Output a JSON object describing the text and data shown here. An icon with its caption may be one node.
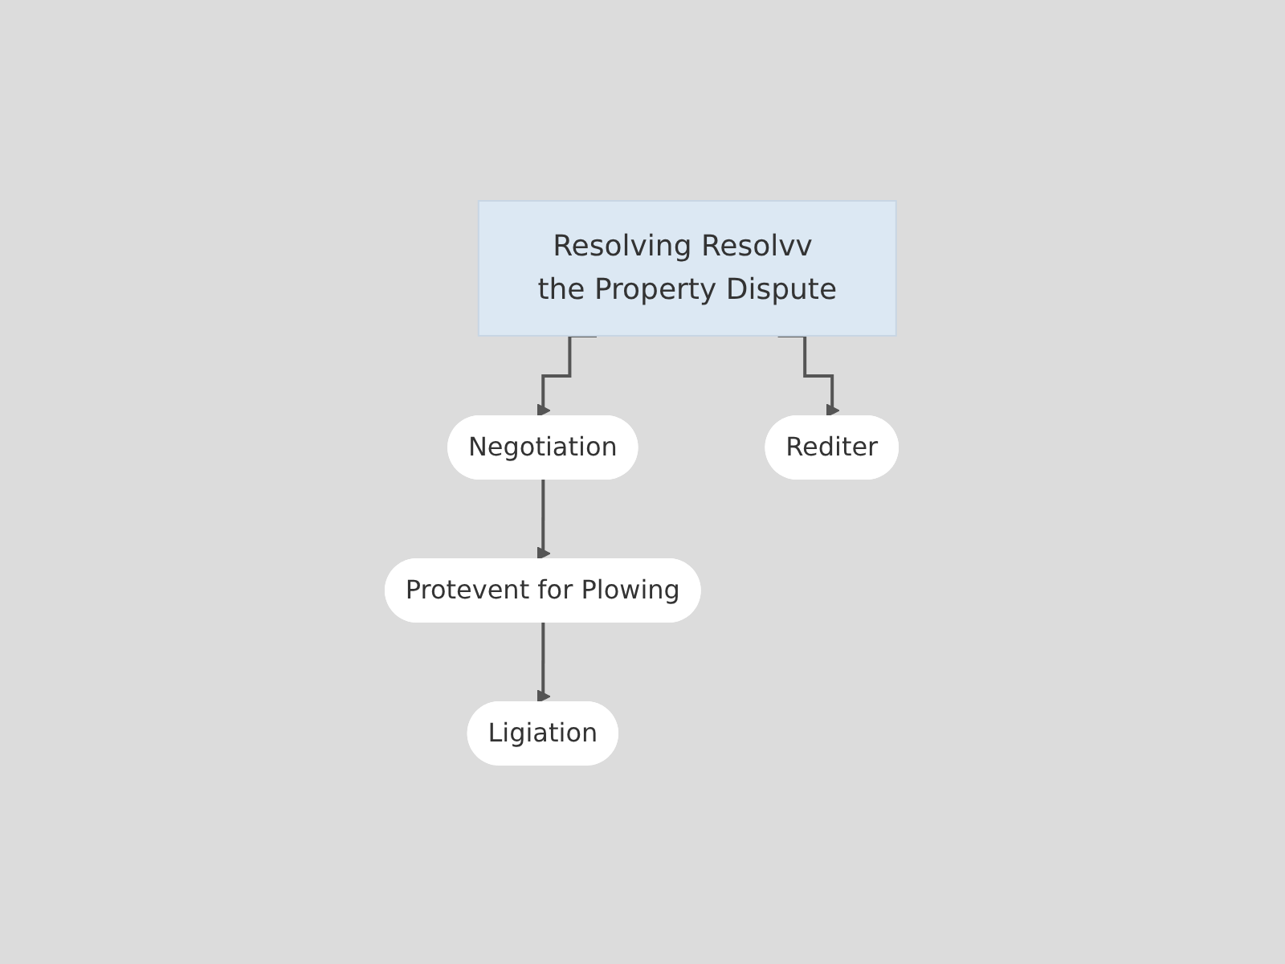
{
  "diagram": {
    "nodes": [
      {
        "text": [
          "Resolving Resolvv the Property Dispute"
        ]
      },
      {
        "text": [
          "Negotiation"
        ]
      },
      {
        "text": [
          "Rediter"
        ]
      },
      {
        "text": [
          "Protevent for Plowing"
        ]
      },
      {
        "text": [
          "Ligiation"
        ]
      }
    ],
    "edges": [
      {
        "from": 0,
        "to": 1,
        "arrow": "to"
      },
      {
        "from": 0,
        "to": 2,
        "arrow": "to"
      },
      {
        "from": 1,
        "to": 3,
        "arrow": "to"
      },
      {
        "from": 3,
        "to": 4,
        "arrow": "to"
      }
    ]
  }
}
